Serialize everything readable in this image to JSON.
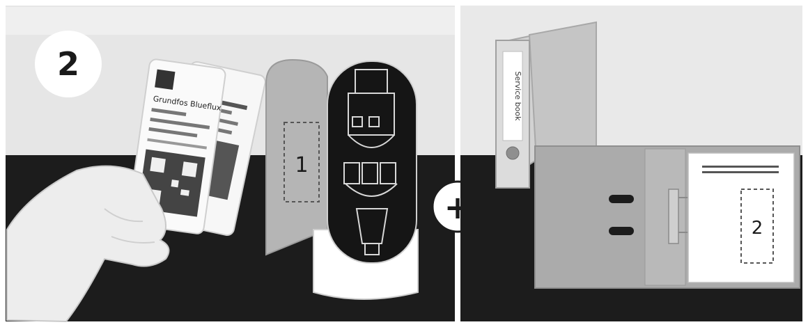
{
  "step_badge": "2",
  "sticker_slot_1": "1",
  "sticker_slot_2": "2",
  "plus_symbol": "+",
  "card_brand": "Grundfos Blueflux",
  "folder_spine_label": "Service book",
  "colors": {
    "bg_light": "#e8e8e8",
    "bg_dark": "#1c1c1c",
    "panel_grey": "#b9b9b9",
    "binder_grey": "#a9a9a9",
    "white": "#ffffff",
    "ink": "#1a1a1a"
  }
}
